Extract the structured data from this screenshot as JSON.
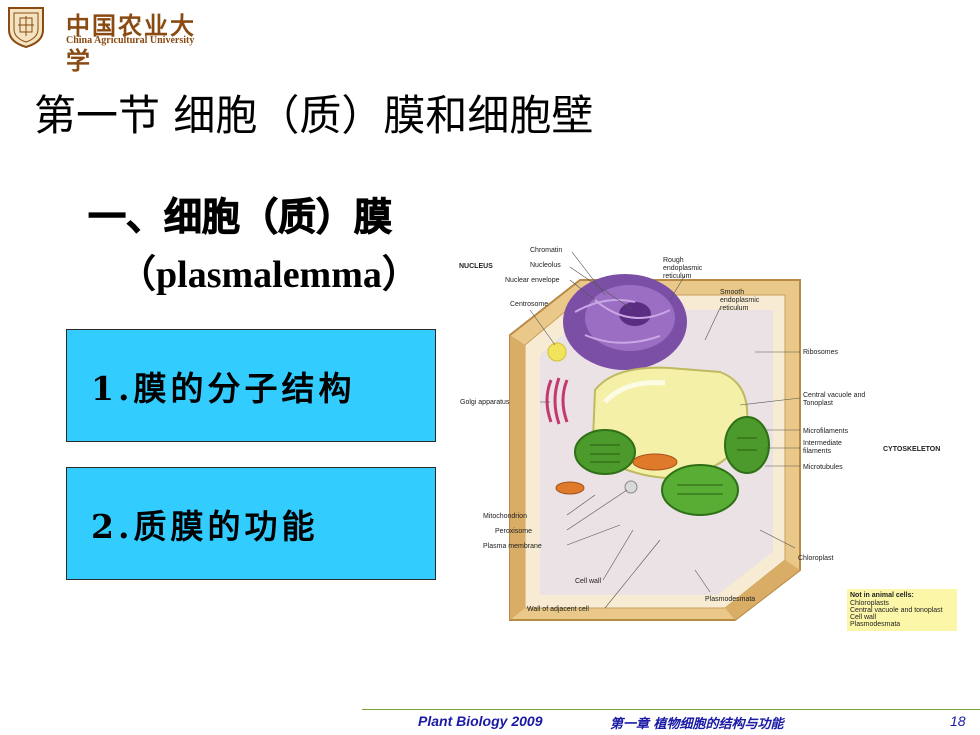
{
  "logo": {
    "name_cn": "中国农业大学",
    "name_en": "China Agricultural University"
  },
  "slide": {
    "title": "第一节  细胞（质）膜和细胞壁",
    "subtitle": "一、细胞（质）膜",
    "subtitle_en": "（plasmalemma）",
    "items": [
      {
        "label": "1.膜的分子结构"
      },
      {
        "label": "2.质膜的功能"
      }
    ]
  },
  "diagram": {
    "labels": {
      "nucleus": "NUCLEUS",
      "chromatin": "Chromatin",
      "nucleolus": "Nucleolus",
      "nuclear_envelope": "Nuclear envelope",
      "rough_er_1": "Rough",
      "rough_er_2": "endoplasmic",
      "rough_er_3": "reticulum",
      "smooth_er_1": "Smooth",
      "smooth_er_2": "endoplasmic",
      "smooth_er_3": "reticulum",
      "centrosome": "Centrosome",
      "ribosomes": "Ribosomes",
      "golgi": "Golgi apparatus",
      "vacuole_1": "Central vacuole and",
      "vacuole_2": "Tonoplast",
      "microfilaments": "Microfilaments",
      "intermediate_1": "Intermediate",
      "intermediate_2": "filaments",
      "microtubules": "Microtubules",
      "cytoskeleton": "CYTOSKELETON",
      "mitochondrion": "Mitochondrion",
      "peroxisome": "Peroxisome",
      "plasma_membrane": "Plasma membrane",
      "chloroplast": "Chloroplast",
      "cell_wall": "Cell wall",
      "plasmodesmata": "Plasmodesmata",
      "adjacent_wall": "Wall of adjacent cell",
      "note_title": "Not in animal cells:",
      "note_1": "Chloroplasts",
      "note_2": "Central vacuole and tonoplast",
      "note_3": "Cell wall",
      "note_4": "Plasmodesmata"
    }
  },
  "footer": {
    "source": "Plant Biology  2009",
    "chapter": "第一章 植物细胞的结构与功能",
    "page": "18"
  },
  "colors": {
    "box_fill": "#33ccff",
    "footer_text": "#1a1aa6",
    "footer_rule": "#7aa33a",
    "logo_brown": "#8a4b13"
  }
}
